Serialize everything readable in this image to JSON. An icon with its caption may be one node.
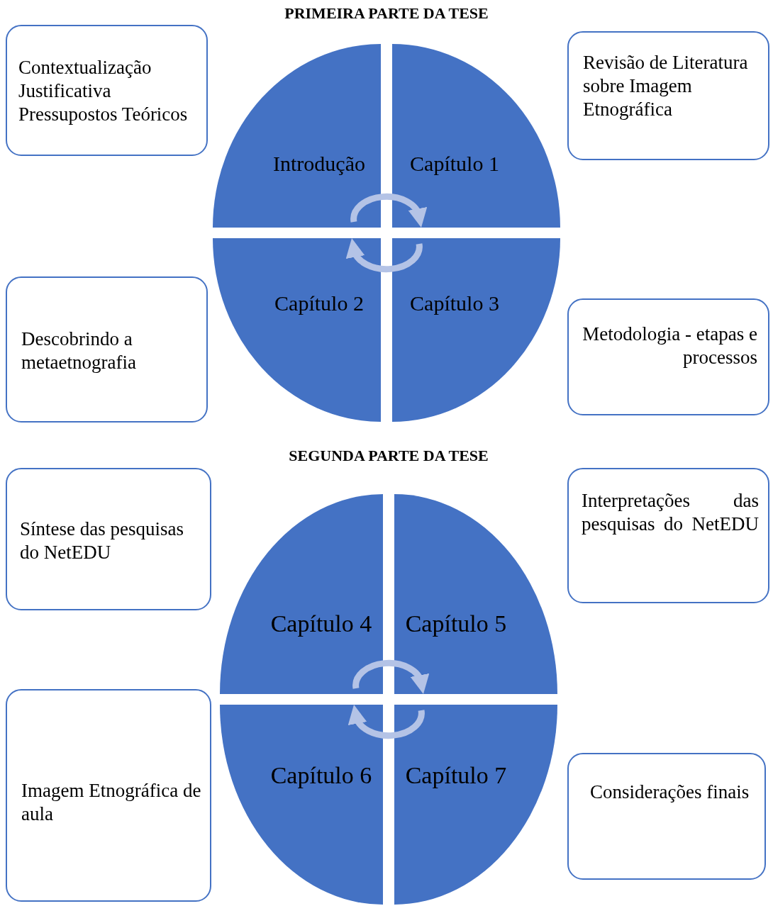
{
  "diagram": {
    "nodes": [
      {
        "text": [
          "Contextualização",
          "Justificativa",
          "Pressupostos Teóricos"
        ]
      },
      {
        "text": [
          "Introdução"
        ]
      },
      {
        "text": [
          "Capítulo 1"
        ]
      },
      {
        "text": [
          "Revisão de Literatura sobre Imagem Etnográfica"
        ]
      },
      {
        "text": [
          "Descobrindo a metaetnografia"
        ]
      },
      {
        "text": [
          "Capítulo 2"
        ]
      },
      {
        "text": [
          "Capítulo 3"
        ]
      },
      {
        "text": [
          "Metodologia - etapas e processos"
        ]
      },
      {
        "text": [
          "Síntese das pesquisas do NetEDU"
        ]
      },
      {
        "text": [
          "Capítulo 4"
        ]
      },
      {
        "text": [
          "Capítulo 5"
        ]
      },
      {
        "text": [
          "Interpretações das pesquisas do NetEDU"
        ]
      },
      {
        "text": [
          "Imagem Etnográfica de aula"
        ]
      },
      {
        "text": [
          "Capítulo 6"
        ]
      },
      {
        "text": [
          "Capítulo 7"
        ]
      },
      {
        "text": [
          "Considerações finais"
        ]
      }
    ],
    "edges": [
      {
        "from": 1,
        "to": 2,
        "arrow": "to"
      },
      {
        "from": 6,
        "to": 5,
        "arrow": "to"
      },
      {
        "from": 9,
        "to": 10,
        "arrow": "to"
      },
      {
        "from": 14,
        "to": 13,
        "arrow": "to"
      }
    ],
    "labels": [
      "PRIMEIRA PARTE DA TESE",
      "SEGUNDA PARTE DA TESE"
    ]
  }
}
